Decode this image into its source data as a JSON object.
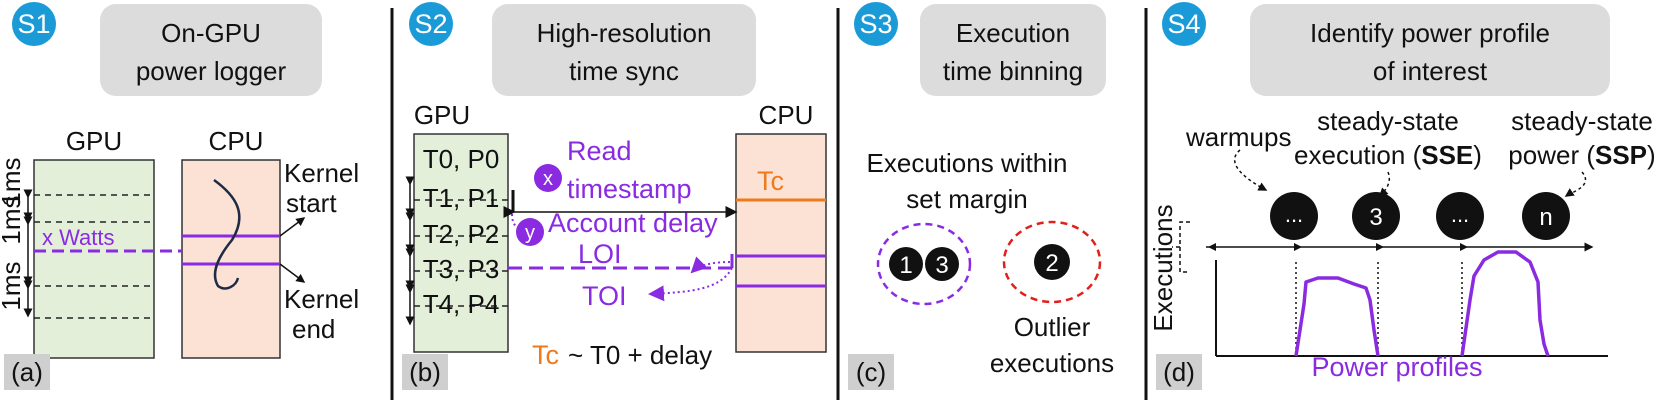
{
  "colors": {
    "step_badge": "#1a9bd7",
    "gpu_fill": "#e3efd9",
    "cpu_fill": "#fbe2d5",
    "purple": "#8a2be2",
    "orange": "#f07a1a",
    "outlier_red": "#e0201b",
    "title_box": "#dcdcdc",
    "label_box": "#cfcfcf"
  },
  "s1": {
    "step": "S1",
    "title_line1": "On-GPU",
    "title_line2": "power logger",
    "gpu_label": "GPU",
    "cpu_label": "CPU",
    "watts_label": "x Watts",
    "ms_label": "1ms",
    "ms_label2": "1ms",
    "ms_label3": "1ms",
    "kernel_start_1": "Kernel",
    "kernel_start_2": "start",
    "kernel_end_1": "Kernel",
    "kernel_end_2": "end",
    "panel_label": "(a)"
  },
  "s2": {
    "step": "S2",
    "title_line1": "High-resolution",
    "title_line2": "time sync",
    "gpu_label": "GPU",
    "cpu_label": "CPU",
    "rows": [
      "T0, P0",
      "T1, P1",
      "T2, P2",
      "T3, P3",
      "T4, P4"
    ],
    "x_badge": "x",
    "read_1": "Read",
    "read_2": "timestamp",
    "y_badge": "y",
    "account_delay": "Account delay",
    "tc": "Tc",
    "loi": "LOI",
    "toi": "TOI",
    "formula_tc": "Tc",
    "formula_rest": "~ T0 + delay",
    "panel_label": "(b)"
  },
  "s3": {
    "step": "S3",
    "title_line1": "Execution",
    "title_line2": "time binning",
    "within_1": "Executions within",
    "within_2": "set margin",
    "n1": "1",
    "n3": "3",
    "n2": "2",
    "outlier_1": "Outlier",
    "outlier_2": "executions",
    "panel_label": "(c)"
  },
  "s4": {
    "step": "S4",
    "title_line1": "Identify power profile",
    "title_line2": "of interest",
    "warmups": "warmups",
    "sse_1": "steady-state",
    "sse_2_pre": "execution (",
    "sse_2_bold": "SSE",
    "sse_2_post": ")",
    "ssp_1": "steady-state",
    "ssp_2_pre": "power (",
    "ssp_2_bold": "SSP",
    "ssp_2_post": ")",
    "circle_a": "...",
    "circle_b": "3",
    "circle_c": "...",
    "circle_d": "n",
    "executions_axis": "Executions",
    "power_profiles": "Power profiles",
    "panel_label": "(d)"
  }
}
